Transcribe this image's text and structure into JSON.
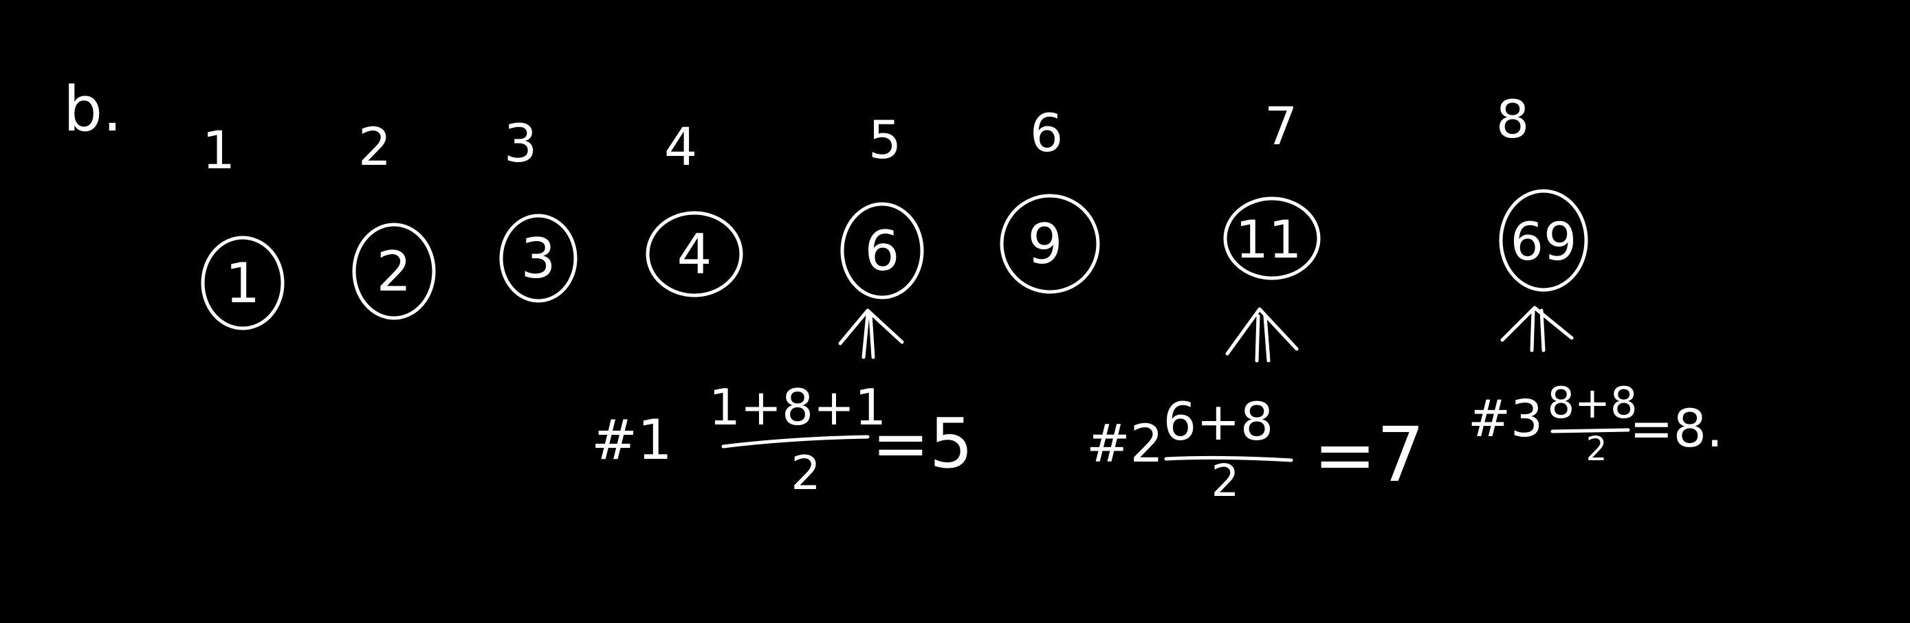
{
  "part_label": "b.",
  "items": [
    {
      "index": "1",
      "value": "1"
    },
    {
      "index": "2",
      "value": "2"
    },
    {
      "index": "3",
      "value": "3"
    },
    {
      "index": "4",
      "value": "4"
    },
    {
      "index": "5",
      "value": "6"
    },
    {
      "index": "6",
      "value": "9"
    },
    {
      "index": "7",
      "value": "11"
    },
    {
      "index": "8",
      "value": "69"
    }
  ],
  "steps": [
    {
      "label": "#1",
      "numerator": "1+8+1",
      "denominator": "2",
      "result": "=5",
      "points_to": "5"
    },
    {
      "label": "#2",
      "numerator": "6+8",
      "denominator": "2",
      "result": "=7",
      "points_to": "7"
    },
    {
      "label": "#3",
      "numerator": "8+8",
      "denominator": "2",
      "result": "=8.",
      "points_to": "8"
    }
  ],
  "colors": {
    "background": "#000000",
    "ink": "#ffffff"
  }
}
